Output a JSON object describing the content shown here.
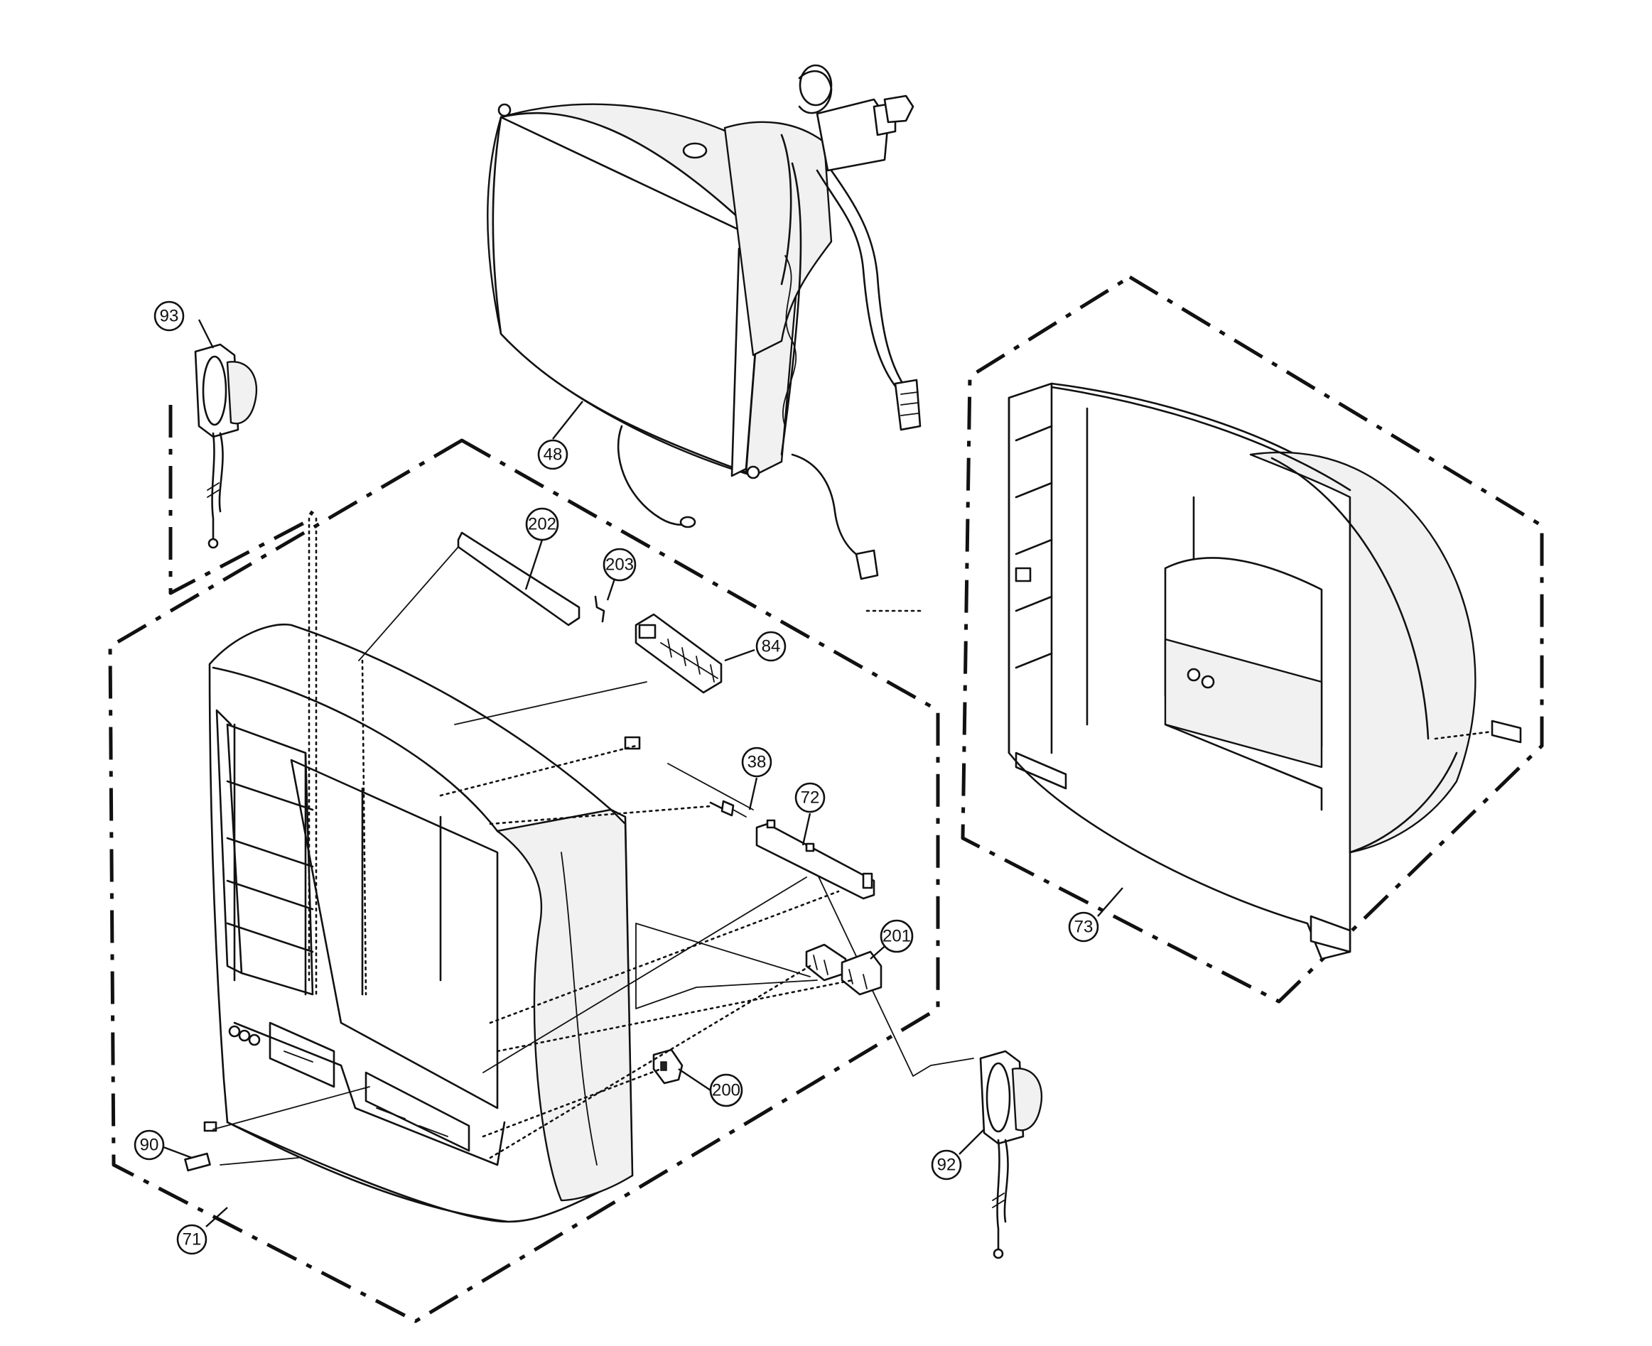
{
  "callouts": [
    {
      "id": "c48",
      "label": "48"
    },
    {
      "id": "c93",
      "label": "93"
    },
    {
      "id": "c202",
      "label": "202"
    },
    {
      "id": "c203",
      "label": "203"
    },
    {
      "id": "c84",
      "label": "84"
    },
    {
      "id": "c38",
      "label": "38"
    },
    {
      "id": "c72",
      "label": "72"
    },
    {
      "id": "c201",
      "label": "201"
    },
    {
      "id": "c200",
      "label": "200"
    },
    {
      "id": "c90",
      "label": "90"
    },
    {
      "id": "c71",
      "label": "71"
    },
    {
      "id": "c92",
      "label": "92"
    },
    {
      "id": "c73",
      "label": "73"
    }
  ]
}
